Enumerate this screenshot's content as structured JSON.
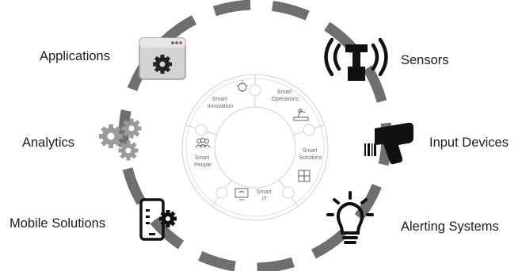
{
  "left_labels": {
    "applications": "Applications",
    "analytics": "Analytics",
    "mobile_solutions": "Mobile Solutions"
  },
  "right_labels": {
    "sensors": "Sensors",
    "input_devices": "Input Devices",
    "alerting_systems": "Alerting Systems"
  },
  "center_wheel": {
    "innovation": [
      "Smart",
      "Innovation"
    ],
    "operations": [
      "Smart",
      "Operations"
    ],
    "solutions": [
      "Smart",
      "Solutions"
    ],
    "it": [
      "Smart",
      "IT"
    ],
    "people": [
      "Smart",
      "People"
    ]
  },
  "colors": {
    "ring": "#6f6f6f",
    "puzzle_stroke": "#c9c9c9",
    "text": "#1c1c1c",
    "icon_dark": "#111111",
    "gear_gray": "#9a9a9a",
    "window_gray": "#d4d4d4",
    "window_accent": "#d23a2a"
  },
  "icons": {
    "applications": "app-window-gear-icon",
    "analytics": "gears-icon",
    "mobile_solutions": "mobile-gear-icon",
    "sensors": "antenna-sensor-icon",
    "input_devices": "barcode-scanner-icon",
    "alerting_systems": "lightbulb-icon"
  }
}
